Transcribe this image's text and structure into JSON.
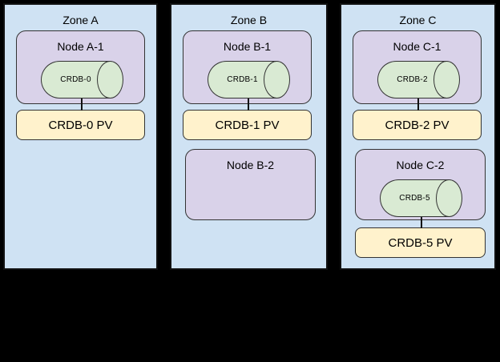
{
  "diagram": {
    "background_color": "#000000",
    "palette": {
      "zone_fill": "#cfe2f3",
      "node_fill": "#d9d2e9",
      "pod_fill": "#d9ead3",
      "pv_fill": "#fff2cc",
      "outline": "#1a1a1a"
    },
    "zones": [
      {
        "title": "Zone A",
        "nodes": [
          {
            "label": "Node A-1",
            "pod": "CRDB-0",
            "pv": "CRDB-0 PV"
          }
        ]
      },
      {
        "title": "Zone B",
        "nodes": [
          {
            "label": "Node B-1",
            "pod": "CRDB-1",
            "pv": "CRDB-1 PV"
          },
          {
            "label": "Node B-2"
          }
        ]
      },
      {
        "title": "Zone C",
        "nodes": [
          {
            "label": "Node C-1",
            "pod": "CRDB-2",
            "pv": "CRDB-2 PV"
          },
          {
            "label": "Node C-2",
            "pod": "CRDB-5",
            "pv": "CRDB-5 PV"
          }
        ]
      }
    ]
  }
}
